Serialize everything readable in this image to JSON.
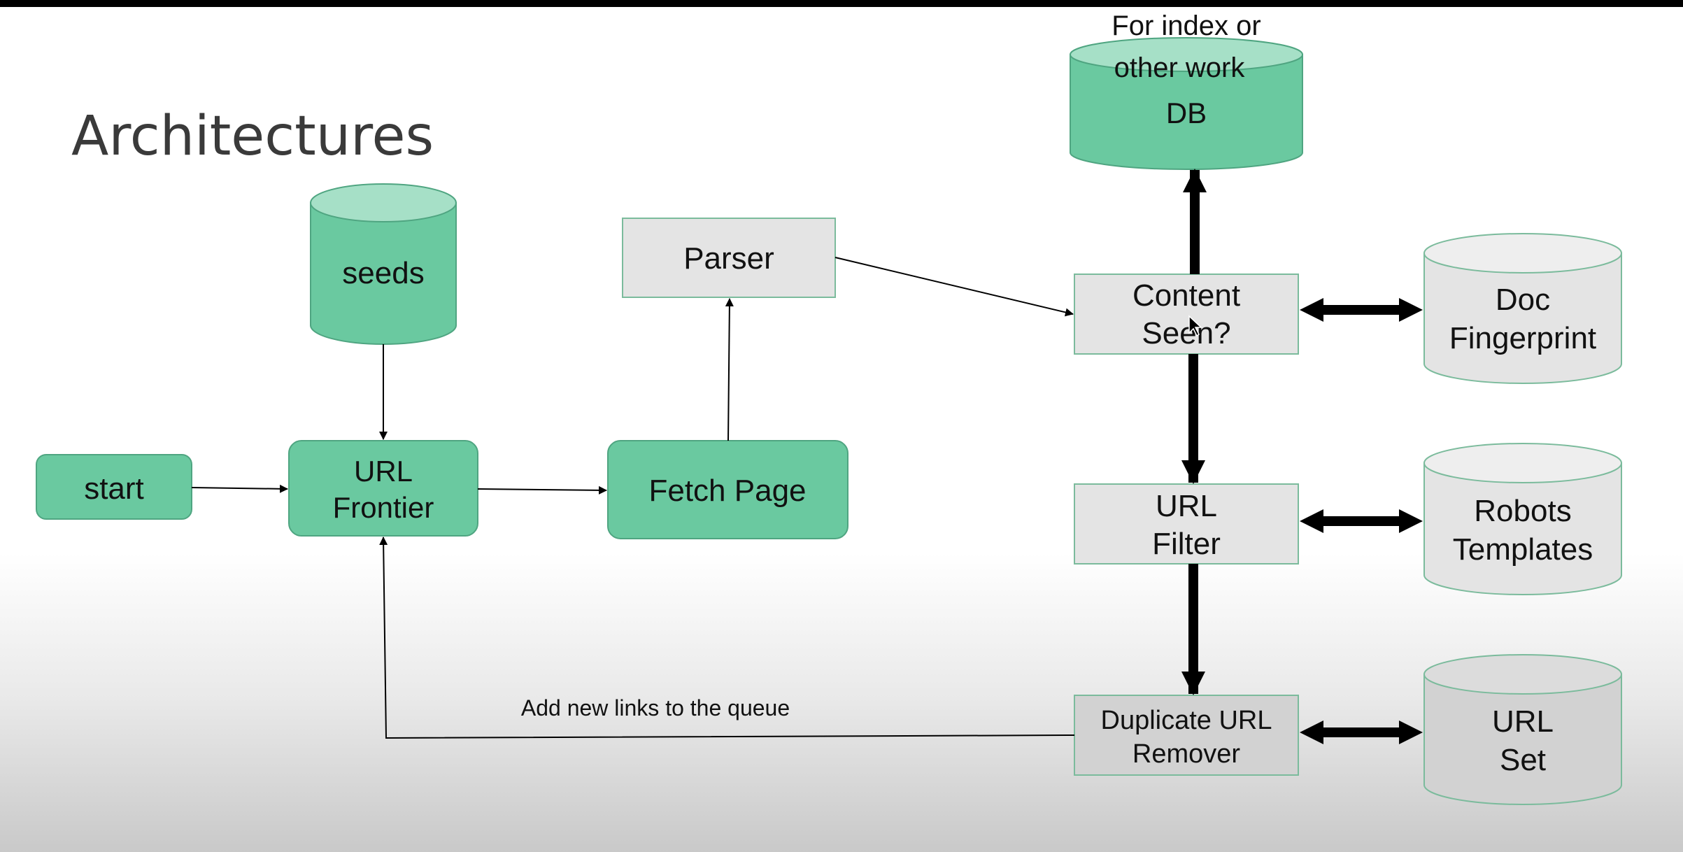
{
  "title": "Architectures",
  "nodes": {
    "db": {
      "label": "DB",
      "note": [
        "For index or",
        "other work"
      ]
    },
    "seeds": {
      "label": "seeds"
    },
    "parser": {
      "label": "Parser"
    },
    "start": {
      "label": "start"
    },
    "url_frontier": {
      "label": [
        "URL",
        "Frontier"
      ]
    },
    "fetch_page": {
      "label": "Fetch Page"
    },
    "content_seen": {
      "label": [
        "Content",
        "Seen?"
      ]
    },
    "url_filter": {
      "label": [
        "URL",
        "Filter"
      ]
    },
    "duplicate_url_remover": {
      "label": [
        "Duplicate URL",
        "Remover"
      ]
    },
    "doc_fingerprint": {
      "label": [
        "Doc",
        "Fingerprint"
      ]
    },
    "robots_templates": {
      "label": [
        "Robots",
        "Templates"
      ]
    },
    "url_set": {
      "label": [
        "URL",
        "Set"
      ]
    }
  },
  "edges": {
    "feedback_label": "Add new links to the queue"
  },
  "colors": {
    "green_fill": "#6ac9a0",
    "green_top": "#a6e0c7",
    "green_stroke": "#4fa581",
    "gray_fill": "#e4e4e4",
    "gray_top": "#eeeeee",
    "gray_stroke": "#7bbb9c"
  }
}
